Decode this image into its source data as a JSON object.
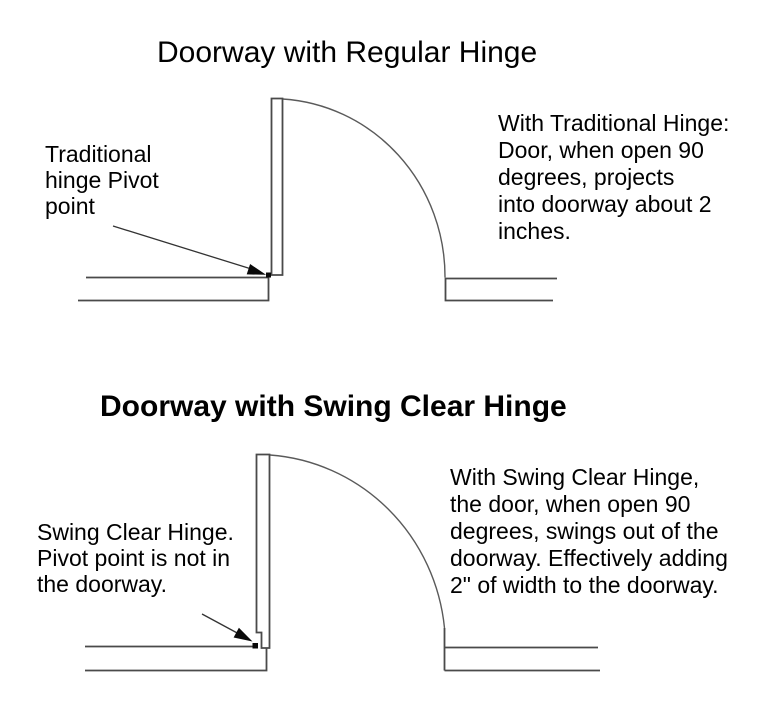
{
  "canvas": {
    "background": "#ffffff",
    "line_color": "#4a4a4a",
    "arc_color": "#5a5a5a",
    "accent_color": "#0a0a0a",
    "text_color": "#000000"
  },
  "top_section": {
    "title": "Doorway with Regular Hinge",
    "pivot_label": "Traditional\nhinge Pivot\npoint",
    "description": "With Traditional Hinge:\nDoor, when open 90\ndegrees, projects\ninto doorway about 2\ninches."
  },
  "bottom_section": {
    "title": "Doorway with Swing Clear Hinge",
    "pivot_label": "Swing Clear Hinge.\nPivot point is not in\nthe doorway.",
    "description": "With Swing Clear Hinge,\nthe door, when open 90\ndegrees, swings out of the\ndoorway. Effectively adding\n2\" of width to the doorway."
  }
}
